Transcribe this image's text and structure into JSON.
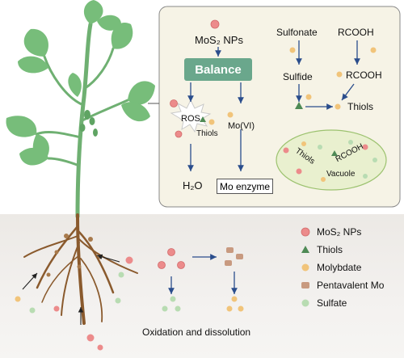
{
  "panel": {
    "mos2_label": "MoS₂ NPs",
    "balance_label": "Balance",
    "ros_label": "ROS",
    "thiols_small_label": "Thiols",
    "mo6_label": "Mo(VI)",
    "h2o_label": "H₂O",
    "mo_enzyme_label": "Mo enzyme",
    "sulfonate_label": "Sulfonate",
    "rcooh_top_label": "RCOOH",
    "sulfide_label": "Sulfide",
    "rcooh_mid_label": "RCOOH",
    "thiols_arrow_label": "Thiols",
    "vacuole": {
      "thiols_label": "Thiols",
      "rcooh_label": "RCOOH",
      "vacuole_label": "Vacuole"
    }
  },
  "soil": {
    "process_label": "Oxidation and dissolution"
  },
  "legend": {
    "items": [
      {
        "label": "MoS₂ NPs",
        "color": "#ec8b8b",
        "shape": "circle"
      },
      {
        "label": "Thiols",
        "color": "#4e8a55",
        "shape": "triangle"
      },
      {
        "label": "Molybdate",
        "color": "#f1c47a",
        "shape": "circle"
      },
      {
        "label": "Pentavalent Mo",
        "color": "#c89a80",
        "shape": "rounded-square"
      },
      {
        "label": "Sulfate",
        "color": "#b8dcb2",
        "shape": "circle"
      }
    ]
  },
  "colors": {
    "leaf": "#77bd7a",
    "stem": "#6fb072",
    "root": "#8a5a2d",
    "panel_bg": "#f6f3e6",
    "vacuole_fill": "#e9f0cf",
    "arrow": "#2a4d8c"
  }
}
